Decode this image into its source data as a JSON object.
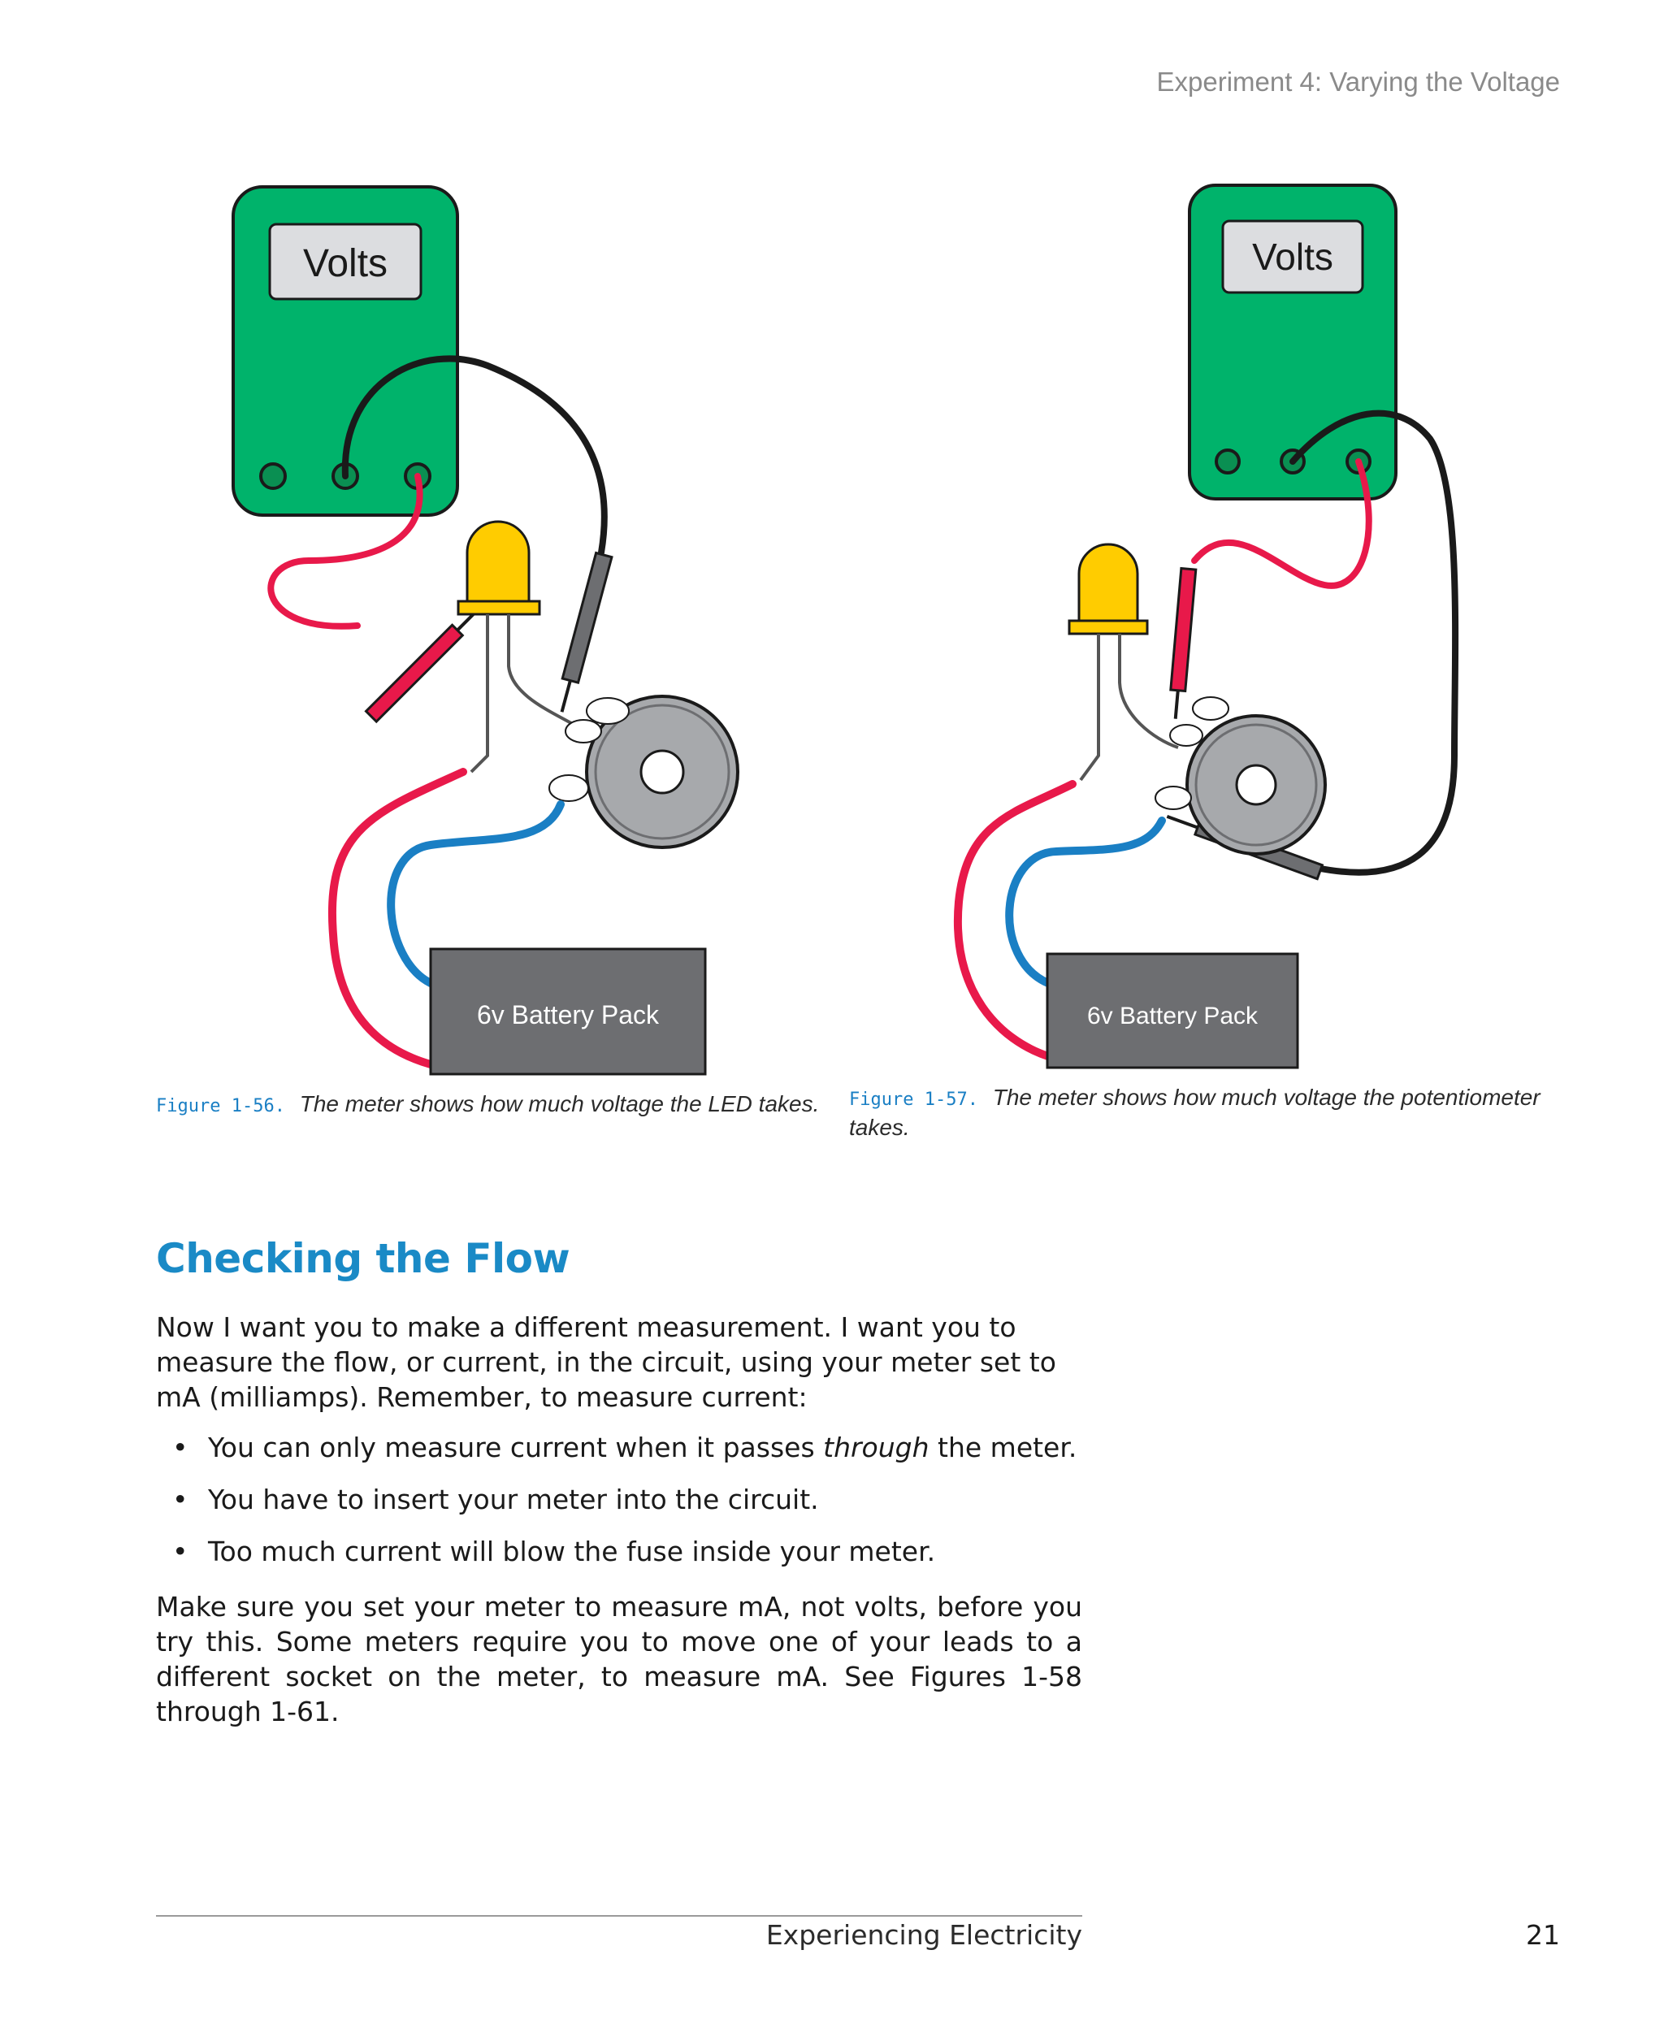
{
  "header": {
    "running_title": "Experiment 4: Varying the Voltage"
  },
  "figure_1": {
    "meter_label": "Volts",
    "battery_label": "6v Battery Pack",
    "caption_label": "Figure 1-56.",
    "caption_text": "The meter shows how much voltage the LED takes."
  },
  "figure_2": {
    "meter_label": "Volts",
    "battery_label": "6v Battery Pack",
    "caption_label": "Figure 1-57.",
    "caption_text": "The meter shows how much voltage the potentiometer takes."
  },
  "colors": {
    "meter_green": "#00b36b",
    "wire_red": "#e8194a",
    "wire_blue": "#1a7fc4",
    "wire_black": "#1a1a1a",
    "led_yellow": "#ffcc00",
    "battery_gray": "#6d6e71",
    "heading_blue": "#1a8ac6"
  },
  "section": {
    "title": "Checking the Flow",
    "intro": "Now I want you to make a different measurement. I want you to measure the flow, or current, in the circuit, using your meter set to mA (milliamps). Remember, to measure current:",
    "bullets": [
      {
        "before": "You can only measure current when it passes ",
        "emphasis": "through",
        "after": " the meter."
      },
      {
        "before": "You have to insert your meter into the circuit.",
        "emphasis": "",
        "after": ""
      },
      {
        "before": "Too much current will blow the fuse inside your meter.",
        "emphasis": "",
        "after": ""
      }
    ],
    "bullet_glyph": "•",
    "closing": "Make sure you set your meter to measure mA, not volts, before you try this. Some meters require you to move one of your leads to a different socket on the meter, to measure mA. See Figures 1-58 through 1-61."
  },
  "footer": {
    "book_title": "Experiencing Electricity",
    "page_number": "21"
  }
}
